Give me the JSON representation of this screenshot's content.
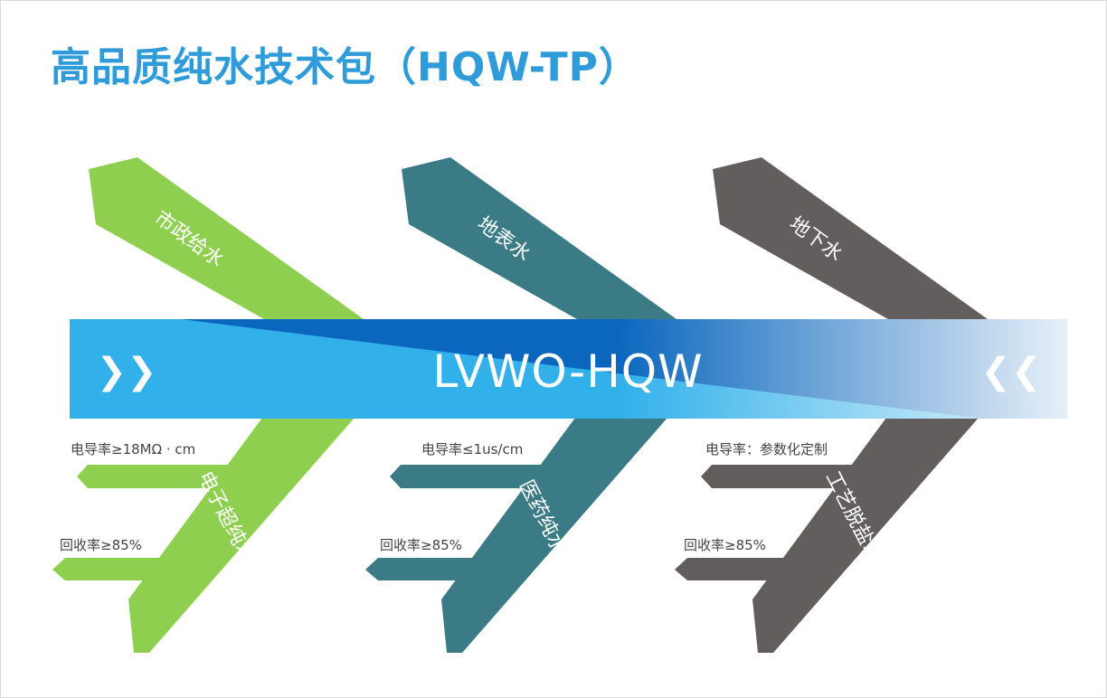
{
  "title": "高品质纯水技术包（HQW-TP）",
  "band": {
    "label": "LVWO-HQW",
    "left_mark": "❯❯",
    "right_mark": "❮❮"
  },
  "columns": [
    {
      "color": "#8ecf4f",
      "source": "市政给水",
      "product": "电子超纯水",
      "conductivity": "电导率≥18MΩ · cm",
      "recovery": "回收率≥85%"
    },
    {
      "color": "#3a7b86",
      "source": "地表水",
      "product": "医药纯水",
      "conductivity": "电导率≤1us/cm",
      "recovery": "回收率≥85%"
    },
    {
      "color": "#625e5e",
      "source": "地下水",
      "product": "工艺脱盐水",
      "conductivity": "电导率：参数化定制",
      "recovery": "回收率≥85%"
    }
  ],
  "colors": {
    "title": "#2f9bd8",
    "band_light": "#31b0ea",
    "band_dark": "#0a63bb",
    "spec_text": "#444444"
  }
}
